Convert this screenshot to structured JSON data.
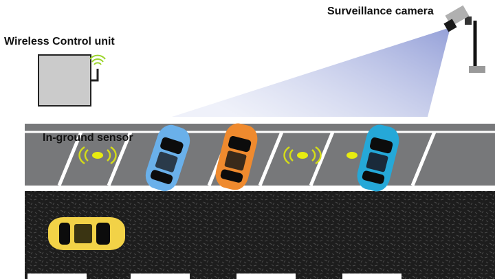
{
  "labels": {
    "camera": "Surveillance camera",
    "control_unit": "Wireless Control unit",
    "sensor": "In-ground sensor"
  },
  "icons": {
    "camera": "surveillance-camera-icon",
    "control_unit": "control-box-icon",
    "wireless_signal": "wireless-signal-icon",
    "sensor": "in-ground-sensor-icon",
    "car": "car-icon"
  },
  "colors": {
    "parking_lot": "#77787a",
    "road": "#1c1c1c",
    "lane_marking": "#ffffff",
    "sensor": "#e8ec10",
    "camera_view": "#9aa6dc",
    "control_box": "#c8c8c8",
    "car_blue_light": "#6ab0ea",
    "car_orange": "#ef8a2e",
    "car_cyan": "#25a8d8",
    "car_yellow": "#f2d247"
  },
  "cars": [
    {
      "name": "parked-car-blue",
      "color": "#6ab0ea"
    },
    {
      "name": "parked-car-orange",
      "color": "#ef8a2e"
    },
    {
      "name": "parked-car-cyan",
      "color": "#25a8d8"
    },
    {
      "name": "driving-car-yellow",
      "color": "#f2d247"
    }
  ]
}
